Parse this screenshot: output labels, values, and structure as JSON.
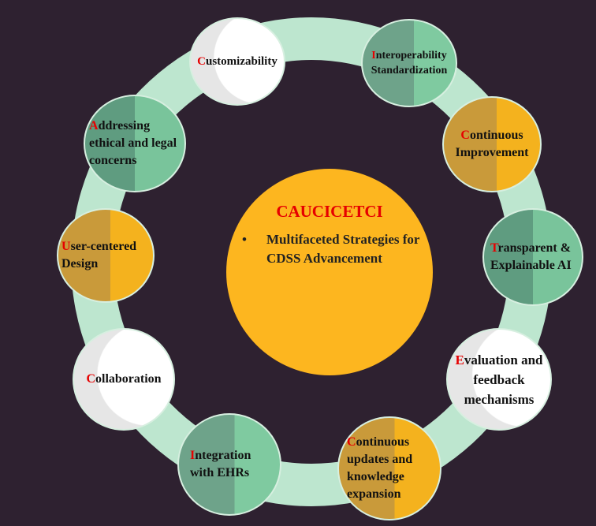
{
  "center": {
    "title": "CAUCICETCI",
    "bullet": "•",
    "text": "Multifaceted Strategies for CDSS Advancement"
  },
  "nodes": [
    {
      "initial": "C",
      "rest": "ustomizability"
    },
    {
      "initial": "I",
      "rest": "nteroperability Standardization"
    },
    {
      "initial": "C",
      "rest": "ontinuous Improvement"
    },
    {
      "initial": "T",
      "rest": "ransparent & Explainable AI"
    },
    {
      "initial": "E",
      "rest": "valuation and feedback mechanisms"
    },
    {
      "initial": "C",
      "rest": "ontinuous updates and knowledge expansion"
    },
    {
      "initial": "I",
      "rest": "ntegration with EHRs"
    },
    {
      "initial": "C",
      "rest": "ollaboration"
    },
    {
      "initial": "U",
      "rest": "ser-centered Design"
    },
    {
      "initial": "A",
      "rest": "ddressing ethical and legal concerns"
    }
  ],
  "colors": {
    "background": "#2e2130",
    "ring": "#bde6cf",
    "center": "#fdb61f",
    "initial_letter": "#e60000"
  }
}
